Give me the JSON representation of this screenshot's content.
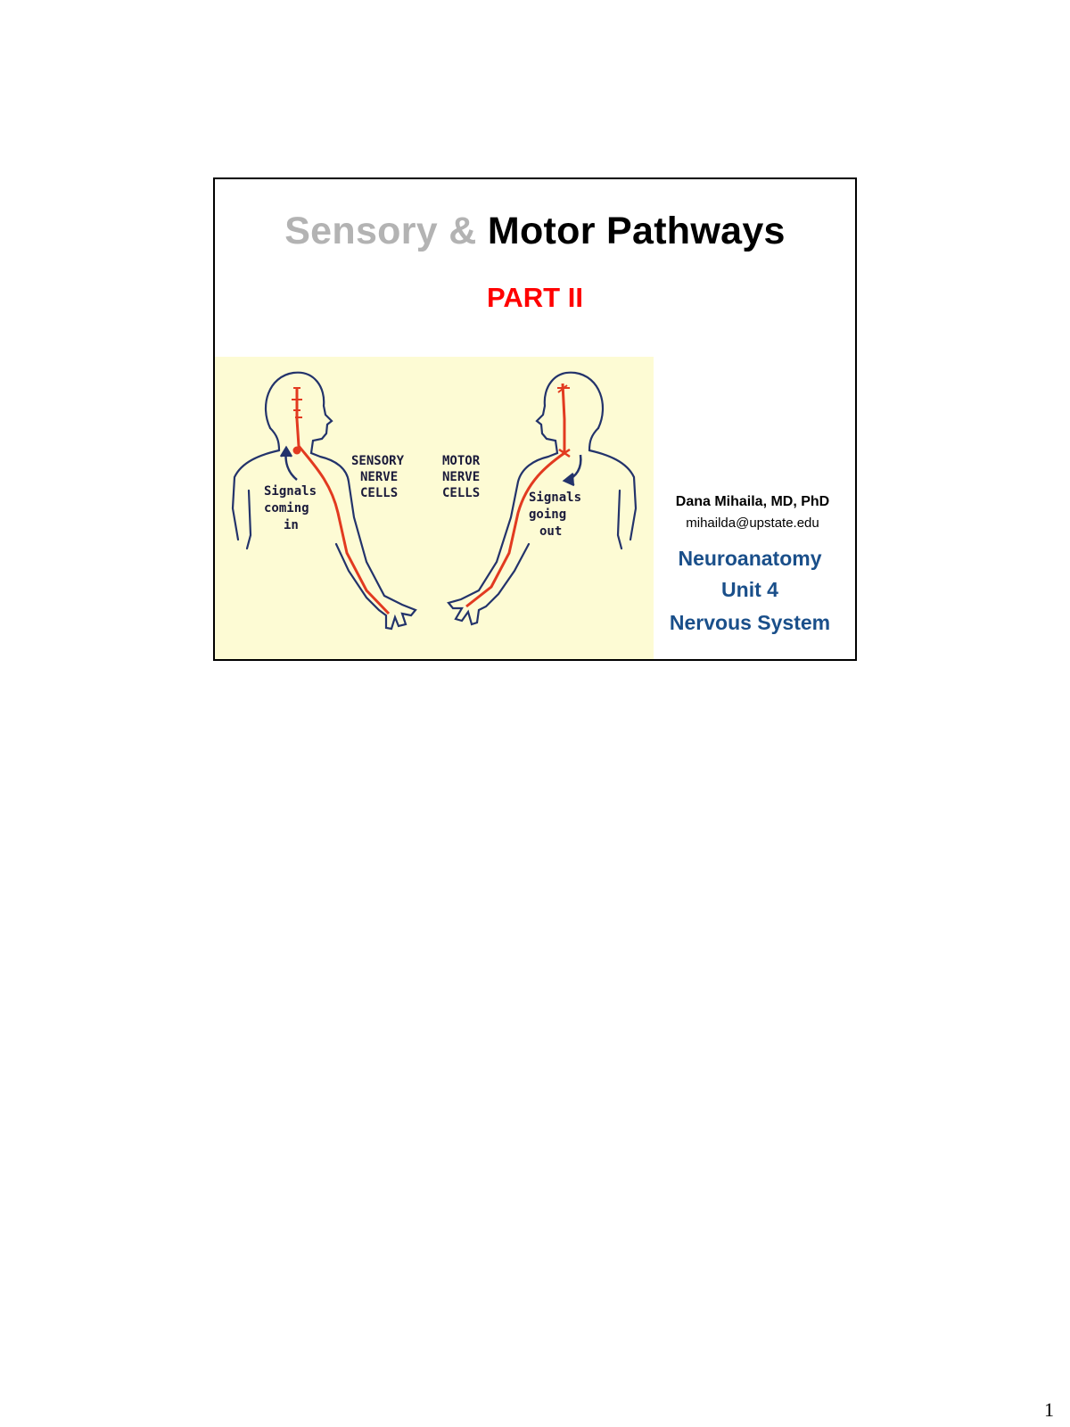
{
  "slide": {
    "title_part1": "Sensory & ",
    "title_part2": "Motor Pathways",
    "subtitle": "PART II",
    "author": "Dana Mihaila, MD, PhD",
    "email": "mihailda@upstate.edu",
    "course_lines": [
      "Neuroanatomy",
      "Unit 4",
      "Nervous System"
    ]
  },
  "illustration": {
    "left_label": [
      "SENSORY",
      "NERVE",
      "CELLS"
    ],
    "right_label": [
      "MOTOR",
      "NERVE",
      "CELLS"
    ],
    "left_signal": [
      "Signals",
      "coming",
      "in"
    ],
    "right_signal": [
      "Signals",
      "going",
      "out"
    ]
  },
  "colors": {
    "title_light": "#b3b3b3",
    "subtitle": "#ff0000",
    "course": "#1a4f8a",
    "nerve": "#e23a20",
    "background_illustration": "#fdfbd4"
  },
  "page": {
    "number": "1"
  }
}
